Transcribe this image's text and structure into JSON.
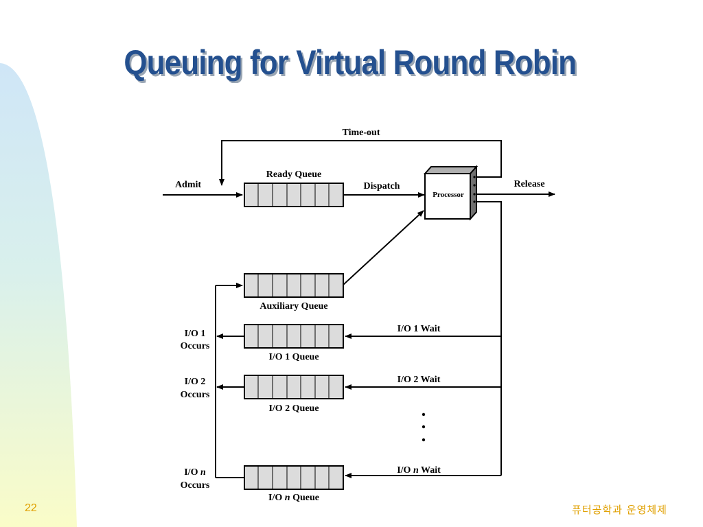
{
  "slide": {
    "title": "Queuing for Virtual Round Robin",
    "page_number": "22",
    "footer": "퓨터공학과 운영체제"
  },
  "diagram": {
    "processor_label": "Processor",
    "queues": {
      "ready": "Ready Queue",
      "auxiliary": "Auxiliary Queue",
      "io1": "I/O 1 Queue",
      "io2": "I/O 2 Queue",
      "ion_prefix": "I/O ",
      "ion_italic": "n",
      "ion_suffix": " Queue"
    },
    "arrows": {
      "timeout": "Time-out",
      "admit": "Admit",
      "dispatch": "Dispatch",
      "release": "Release"
    },
    "waits": {
      "io1": "I/O 1 Wait",
      "io2": "I/O 2 Wait",
      "ion_prefix": "I/O ",
      "ion_italic": "n",
      "ion_suffix": " Wait"
    },
    "occurs": {
      "io1_line1": "I/O 1",
      "io2_line1": "I/O 2",
      "ion_prefix": "I/O ",
      "ion_italic": "n",
      "line2": "Occurs"
    }
  },
  "colors": {
    "title": "#24508f",
    "title_shadow": "#9aa6b4",
    "footer": "#e0a000",
    "queue_fill": "#dcdcdc",
    "processor_face": "#ffffff",
    "processor_top": "#b0b0b0",
    "processor_side": "#707070"
  }
}
